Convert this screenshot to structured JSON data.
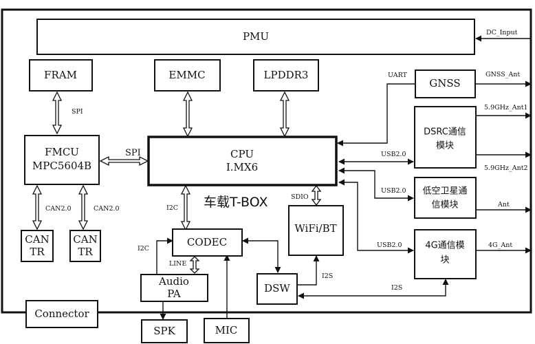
{
  "blocks": {
    "pmu": "PMU",
    "fram": "FRAM",
    "emmc": "EMMC",
    "lpddr3": "LPDDR3",
    "gnss": "GNSS",
    "dsrc_line1": "DSRC通信",
    "dsrc_line2": "模块",
    "leo_line1": "低空卫星通",
    "leo_line2": "信模块",
    "fmcu_line1": "FMCU",
    "fmcu_line2": "MPC5604B",
    "cpu_line1": "CPU",
    "cpu_line2": "I.MX6",
    "can1_line1": "CAN",
    "can1_line2": "TR",
    "can2_line1": "CAN",
    "can2_line2": "TR",
    "codec": "CODEC",
    "wifi": "WiFi/BT",
    "g4_line1": "4G通信模",
    "g4_line2": "块",
    "audio_line1": "Audio",
    "audio_line2": "PA",
    "dsw": "DSW",
    "connector": "Connector",
    "spk": "SPK",
    "mic": "MIC",
    "system_title": "车载T-BOX"
  },
  "links": {
    "dc_input": "DC_Input",
    "uart": "UART",
    "gnss_ant": "GNSS_Ant",
    "ant1": "5.9GHz_Ant1",
    "ant2": "5.9GHz_Ant2",
    "usb_dsrc": "USB2.0",
    "usb_leo": "USB2.0",
    "usb_4g": "USB2.0",
    "ant": "Ant",
    "g4_ant": "4G_Ant",
    "spi_fram": "SPI",
    "spi_cpu": "SPI",
    "can_left": "CAN2.0",
    "can_right": "CAN2.0",
    "i2c_cpu": "I2C",
    "i2c_audio": "I2C",
    "sdio": "SDIO",
    "line": "LINE",
    "i2s_wifi": "I2S",
    "i2s_4g": "I2S"
  }
}
